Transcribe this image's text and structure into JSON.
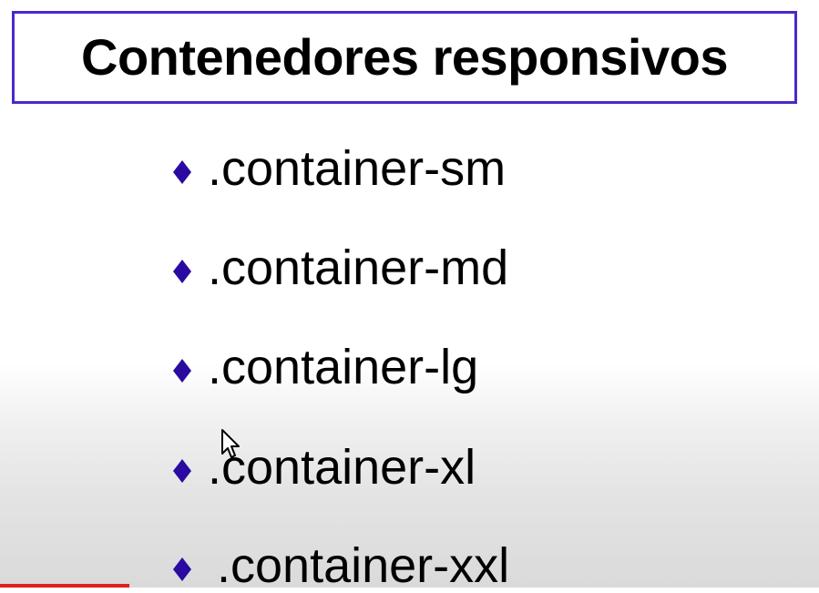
{
  "slide": {
    "title": "Contenedores responsivos",
    "items": [
      {
        "label": ".container-sm"
      },
      {
        "label": ".container-md"
      },
      {
        "label": ".container-lg"
      },
      {
        "label": ".container-xl"
      },
      {
        "label": ".container-xxl"
      }
    ],
    "bullet_icon": "diamond-icon",
    "cursor_icon": "mouse-pointer-icon"
  },
  "colors": {
    "accent": "#4b28c9",
    "bullet": "#2a0aa0",
    "text": "#000000",
    "progress": "#e02020"
  }
}
